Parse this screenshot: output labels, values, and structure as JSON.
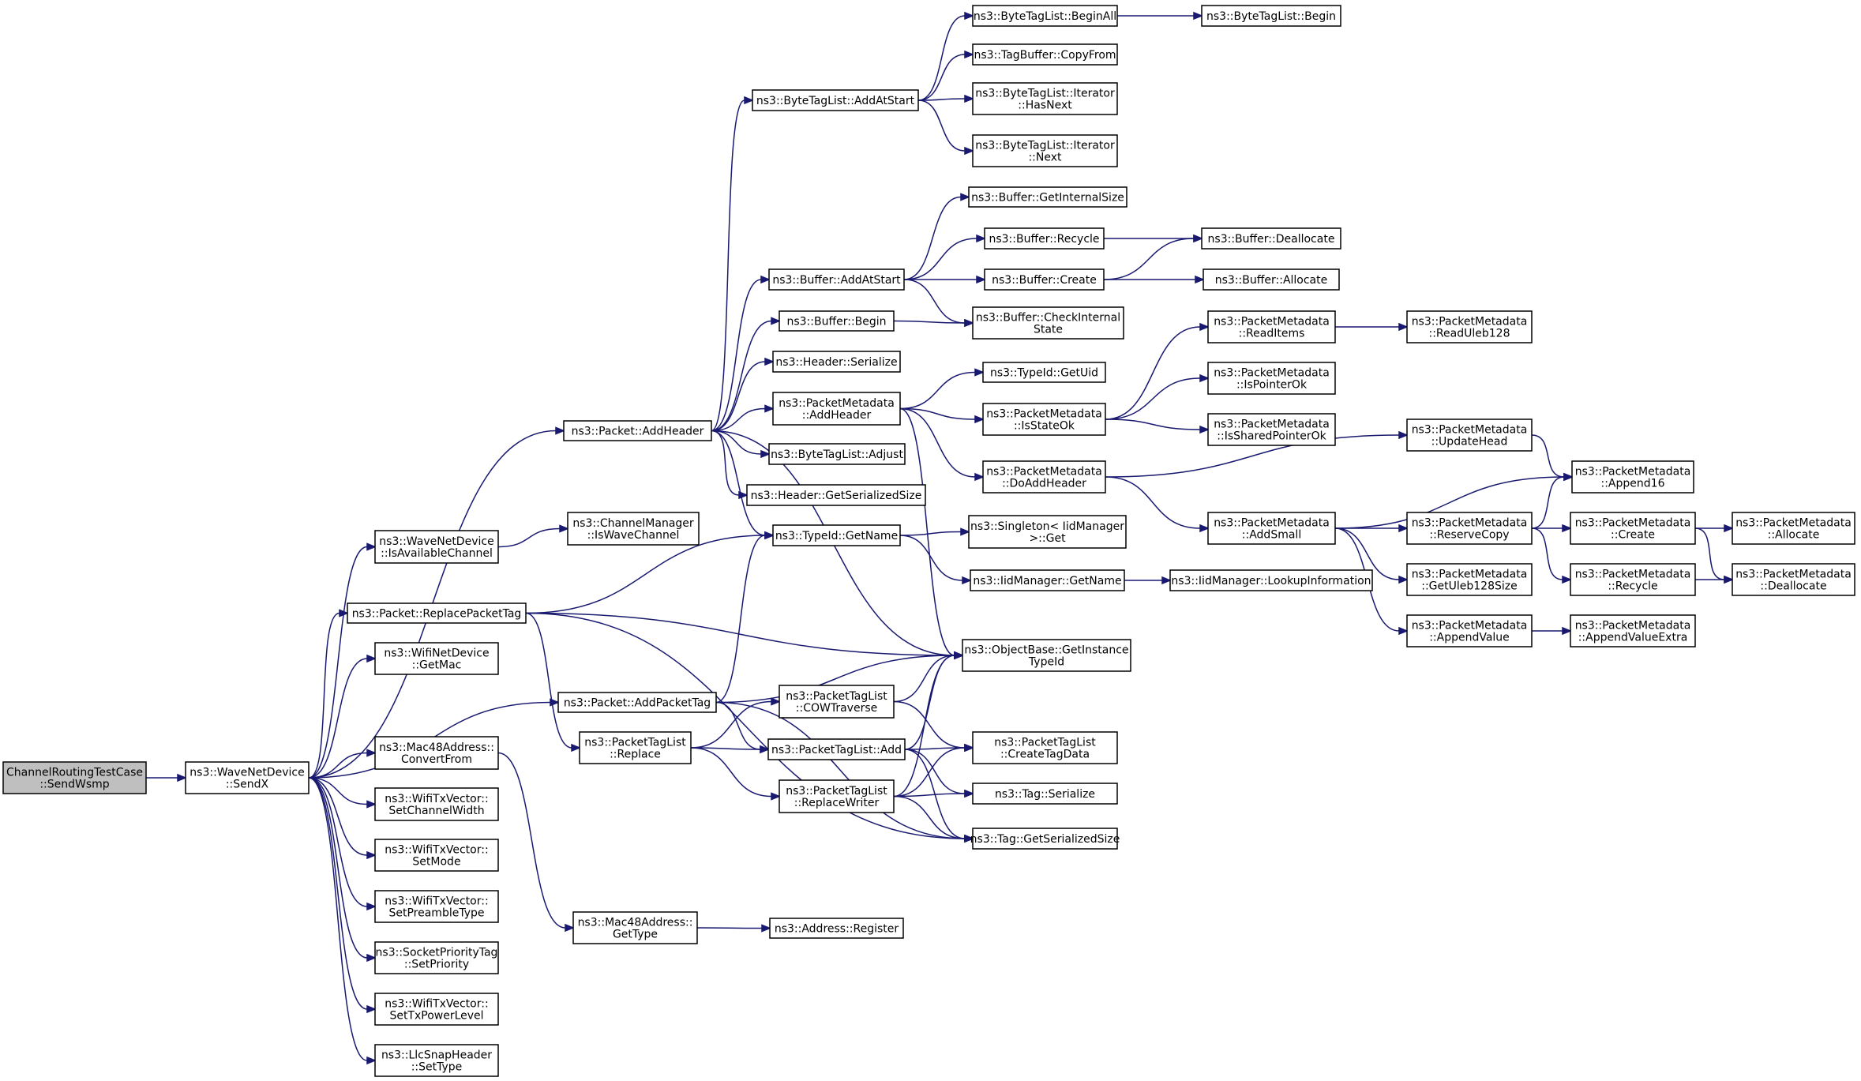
{
  "graph": {
    "colors": {
      "edge": "#191970",
      "root_fill": "#bfbfbf",
      "node_fill": "#ffffff"
    },
    "nodes": [
      {
        "id": "n0",
        "label": [
          "ChannelRoutingTestCase",
          "::SendWsmp"
        ],
        "root": true
      },
      {
        "id": "n1",
        "label": [
          "ns3::WaveNetDevice",
          "::SendX"
        ]
      },
      {
        "id": "n2",
        "label": [
          "ns3::Packet::AddHeader"
        ]
      },
      {
        "id": "n3",
        "label": [
          "ns3::ByteTagList::AddAtStart"
        ]
      },
      {
        "id": "n4",
        "label": [
          "ns3::ByteTagList::BeginAll"
        ]
      },
      {
        "id": "n5",
        "label": [
          "ns3::ByteTagList::Begin"
        ]
      },
      {
        "id": "n6",
        "label": [
          "ns3::TagBuffer::CopyFrom"
        ]
      },
      {
        "id": "n7",
        "label": [
          "ns3::ByteTagList::Iterator",
          "::HasNext"
        ]
      },
      {
        "id": "n8",
        "label": [
          "ns3::ByteTagList::Iterator",
          "::Next"
        ]
      },
      {
        "id": "n9",
        "label": [
          "ns3::Buffer::AddAtStart"
        ]
      },
      {
        "id": "n10",
        "label": [
          "ns3::Buffer::CheckInternal",
          "State"
        ]
      },
      {
        "id": "n11",
        "label": [
          "ns3::Buffer::Create"
        ]
      },
      {
        "id": "n12",
        "label": [
          "ns3::Buffer::Allocate"
        ]
      },
      {
        "id": "n13",
        "label": [
          "ns3::Buffer::Deallocate"
        ]
      },
      {
        "id": "n14",
        "label": [
          "ns3::Buffer::GetInternalSize"
        ]
      },
      {
        "id": "n15",
        "label": [
          "ns3::Buffer::Recycle"
        ]
      },
      {
        "id": "n16",
        "label": [
          "ns3::Buffer::Begin"
        ]
      },
      {
        "id": "n17",
        "label": [
          "ns3::Header::Serialize"
        ]
      },
      {
        "id": "n18",
        "label": [
          "ns3::PacketMetadata",
          "::AddHeader"
        ]
      },
      {
        "id": "n19",
        "label": [
          "ns3::PacketMetadata",
          "::DoAddHeader"
        ]
      },
      {
        "id": "n20",
        "label": [
          "ns3::PacketMetadata",
          "::AddSmall"
        ]
      },
      {
        "id": "n21",
        "label": [
          "ns3::PacketMetadata",
          "::Append16"
        ]
      },
      {
        "id": "n22",
        "label": [
          "ns3::PacketMetadata",
          "::AppendValue"
        ]
      },
      {
        "id": "n23",
        "label": [
          "ns3::PacketMetadata",
          "::AppendValueExtra"
        ]
      },
      {
        "id": "n24",
        "label": [
          "ns3::PacketMetadata",
          "::GetUleb128Size"
        ]
      },
      {
        "id": "n25",
        "label": [
          "ns3::PacketMetadata",
          "::ReserveCopy"
        ]
      },
      {
        "id": "n26",
        "label": [
          "ns3::PacketMetadata",
          "::Create"
        ]
      },
      {
        "id": "n27",
        "label": [
          "ns3::PacketMetadata",
          "::Allocate"
        ]
      },
      {
        "id": "n28",
        "label": [
          "ns3::PacketMetadata",
          "::Deallocate"
        ]
      },
      {
        "id": "n29",
        "label": [
          "ns3::PacketMetadata",
          "::Recycle"
        ]
      },
      {
        "id": "n30",
        "label": [
          "ns3::PacketMetadata",
          "::UpdateHead"
        ]
      },
      {
        "id": "n31",
        "label": [
          "ns3::ObjectBase::GetInstance",
          "TypeId"
        ]
      },
      {
        "id": "n32",
        "label": [
          "ns3::PacketMetadata",
          "::IsStateOk"
        ]
      },
      {
        "id": "n33",
        "label": [
          "ns3::PacketMetadata",
          "::IsPointerOk"
        ]
      },
      {
        "id": "n34",
        "label": [
          "ns3::PacketMetadata",
          "::IsSharedPointerOk"
        ]
      },
      {
        "id": "n35",
        "label": [
          "ns3::PacketMetadata",
          "::ReadItems"
        ]
      },
      {
        "id": "n36",
        "label": [
          "ns3::PacketMetadata",
          "::ReadUleb128"
        ]
      },
      {
        "id": "n37",
        "label": [
          "ns3::TypeId::GetUid"
        ]
      },
      {
        "id": "n38",
        "label": [
          "ns3::ByteTagList::Adjust"
        ]
      },
      {
        "id": "n39",
        "label": [
          "ns3::Header::GetSerializedSize"
        ]
      },
      {
        "id": "n40",
        "label": [
          "ns3::TypeId::GetName"
        ]
      },
      {
        "id": "n41",
        "label": [
          "ns3::IidManager::GetName"
        ]
      },
      {
        "id": "n42",
        "label": [
          "ns3::IidManager::LookupInformation"
        ]
      },
      {
        "id": "n43",
        "label": [
          "ns3::Singleton< IidManager",
          " >::Get"
        ]
      },
      {
        "id": "n44",
        "label": [
          "ns3::WaveNetDevice",
          "::IsAvailableChannel"
        ]
      },
      {
        "id": "n45",
        "label": [
          "ns3::ChannelManager",
          "::IsWaveChannel"
        ]
      },
      {
        "id": "n46",
        "label": [
          "ns3::Packet::ReplacePacketTag"
        ]
      },
      {
        "id": "n47",
        "label": [
          "ns3::PacketTagList",
          "::Replace"
        ]
      },
      {
        "id": "n48",
        "label": [
          "ns3::PacketTagList",
          "::COWTraverse"
        ]
      },
      {
        "id": "n49",
        "label": [
          "ns3::PacketTagList",
          "::CreateTagData"
        ]
      },
      {
        "id": "n50",
        "label": [
          "ns3::Tag::GetSerializedSize"
        ]
      },
      {
        "id": "n51",
        "label": [
          "ns3::PacketTagList::Add"
        ]
      },
      {
        "id": "n52",
        "label": [
          "ns3::Tag::Serialize"
        ]
      },
      {
        "id": "n53",
        "label": [
          "ns3::PacketTagList",
          "::ReplaceWriter"
        ]
      },
      {
        "id": "n54",
        "label": [
          "ns3::WifiNetDevice",
          "::GetMac"
        ]
      },
      {
        "id": "n55",
        "label": [
          "ns3::Packet::AddPacketTag"
        ]
      },
      {
        "id": "n56",
        "label": [
          "ns3::Mac48Address::",
          "ConvertFrom"
        ]
      },
      {
        "id": "n57",
        "label": [
          "ns3::Mac48Address::",
          "GetType"
        ]
      },
      {
        "id": "n58",
        "label": [
          "ns3::Address::Register"
        ]
      },
      {
        "id": "n59",
        "label": [
          "ns3::WifiTxVector::",
          "SetChannelWidth"
        ]
      },
      {
        "id": "n60",
        "label": [
          "ns3::WifiTxVector::",
          "SetMode"
        ]
      },
      {
        "id": "n61",
        "label": [
          "ns3::WifiTxVector::",
          "SetPreambleType"
        ]
      },
      {
        "id": "n62",
        "label": [
          "ns3::SocketPriorityTag",
          "::SetPriority"
        ]
      },
      {
        "id": "n63",
        "label": [
          "ns3::WifiTxVector::",
          "SetTxPowerLevel"
        ]
      },
      {
        "id": "n64",
        "label": [
          "ns3::LlcSnapHeader",
          "::SetType"
        ]
      }
    ],
    "edges": [
      [
        "n0",
        "n1"
      ],
      [
        "n1",
        "n2"
      ],
      [
        "n2",
        "n3"
      ],
      [
        "n3",
        "n4"
      ],
      [
        "n4",
        "n5"
      ],
      [
        "n3",
        "n6"
      ],
      [
        "n3",
        "n7"
      ],
      [
        "n3",
        "n8"
      ],
      [
        "n2",
        "n9"
      ],
      [
        "n9",
        "n10"
      ],
      [
        "n9",
        "n11"
      ],
      [
        "n11",
        "n12"
      ],
      [
        "n11",
        "n13"
      ],
      [
        "n9",
        "n14"
      ],
      [
        "n9",
        "n15"
      ],
      [
        "n15",
        "n13"
      ],
      [
        "n2",
        "n16"
      ],
      [
        "n16",
        "n10"
      ],
      [
        "n2",
        "n17"
      ],
      [
        "n2",
        "n18"
      ],
      [
        "n18",
        "n19"
      ],
      [
        "n19",
        "n20"
      ],
      [
        "n20",
        "n21"
      ],
      [
        "n20",
        "n22"
      ],
      [
        "n22",
        "n23"
      ],
      [
        "n20",
        "n24"
      ],
      [
        "n20",
        "n25"
      ],
      [
        "n25",
        "n21"
      ],
      [
        "n25",
        "n26"
      ],
      [
        "n26",
        "n27"
      ],
      [
        "n26",
        "n28"
      ],
      [
        "n25",
        "n29"
      ],
      [
        "n29",
        "n28"
      ],
      [
        "n19",
        "n30"
      ],
      [
        "n30",
        "n21"
      ],
      [
        "n18",
        "n31"
      ],
      [
        "n18",
        "n32"
      ],
      [
        "n32",
        "n33"
      ],
      [
        "n32",
        "n34"
      ],
      [
        "n32",
        "n35"
      ],
      [
        "n35",
        "n36"
      ],
      [
        "n18",
        "n37"
      ],
      [
        "n2",
        "n38"
      ],
      [
        "n2",
        "n39"
      ],
      [
        "n2",
        "n31"
      ],
      [
        "n2",
        "n40"
      ],
      [
        "n40",
        "n41"
      ],
      [
        "n41",
        "n42"
      ],
      [
        "n40",
        "n43"
      ],
      [
        "n1",
        "n44"
      ],
      [
        "n44",
        "n45"
      ],
      [
        "n1",
        "n46"
      ],
      [
        "n46",
        "n31"
      ],
      [
        "n46",
        "n40"
      ],
      [
        "n46",
        "n47"
      ],
      [
        "n47",
        "n48"
      ],
      [
        "n48",
        "n31"
      ],
      [
        "n48",
        "n49"
      ],
      [
        "n47",
        "n51"
      ],
      [
        "n51",
        "n31"
      ],
      [
        "n51",
        "n49"
      ],
      [
        "n51",
        "n52"
      ],
      [
        "n51",
        "n50"
      ],
      [
        "n47",
        "n53"
      ],
      [
        "n53",
        "n31"
      ],
      [
        "n53",
        "n49"
      ],
      [
        "n53",
        "n52"
      ],
      [
        "n53",
        "n50"
      ],
      [
        "n46",
        "n50"
      ],
      [
        "n1",
        "n54"
      ],
      [
        "n1",
        "n55"
      ],
      [
        "n55",
        "n31"
      ],
      [
        "n55",
        "n40"
      ],
      [
        "n55",
        "n51"
      ],
      [
        "n55",
        "n50"
      ],
      [
        "n1",
        "n56"
      ],
      [
        "n56",
        "n57"
      ],
      [
        "n57",
        "n58"
      ],
      [
        "n1",
        "n59"
      ],
      [
        "n1",
        "n60"
      ],
      [
        "n1",
        "n61"
      ],
      [
        "n1",
        "n62"
      ],
      [
        "n1",
        "n63"
      ],
      [
        "n1",
        "n64"
      ]
    ]
  }
}
